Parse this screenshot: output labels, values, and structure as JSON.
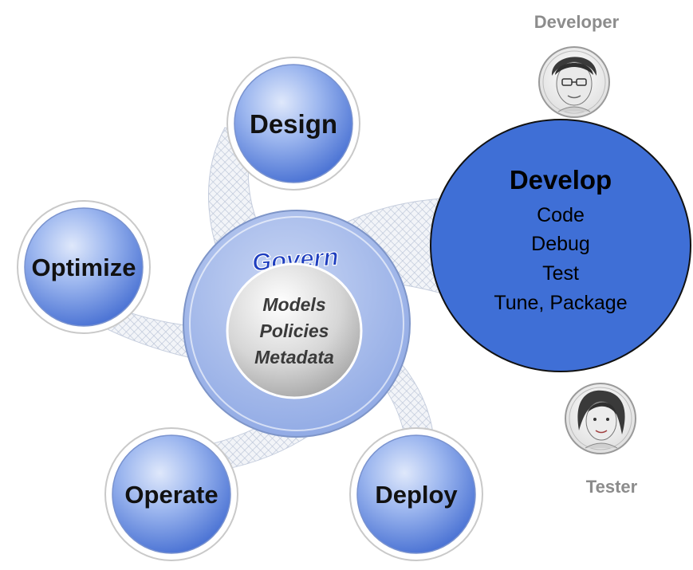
{
  "center": {
    "govern_label": "Govern",
    "core_lines": [
      "Models",
      "Policies",
      "Metadata"
    ]
  },
  "stages": {
    "design": "Design",
    "optimize": "Optimize",
    "operate": "Operate",
    "deploy": "Deploy"
  },
  "develop": {
    "title": "Develop",
    "items": [
      "Code",
      "Debug",
      "Test",
      "Tune, Package"
    ]
  },
  "roles": {
    "developer": "Developer",
    "tester": "Tester"
  },
  "colors": {
    "develop_fill": "#3f6fd6",
    "stage_blue": "#6f93e6",
    "govern_ring": "#a9bdec",
    "role_text": "#8c8c8c"
  }
}
